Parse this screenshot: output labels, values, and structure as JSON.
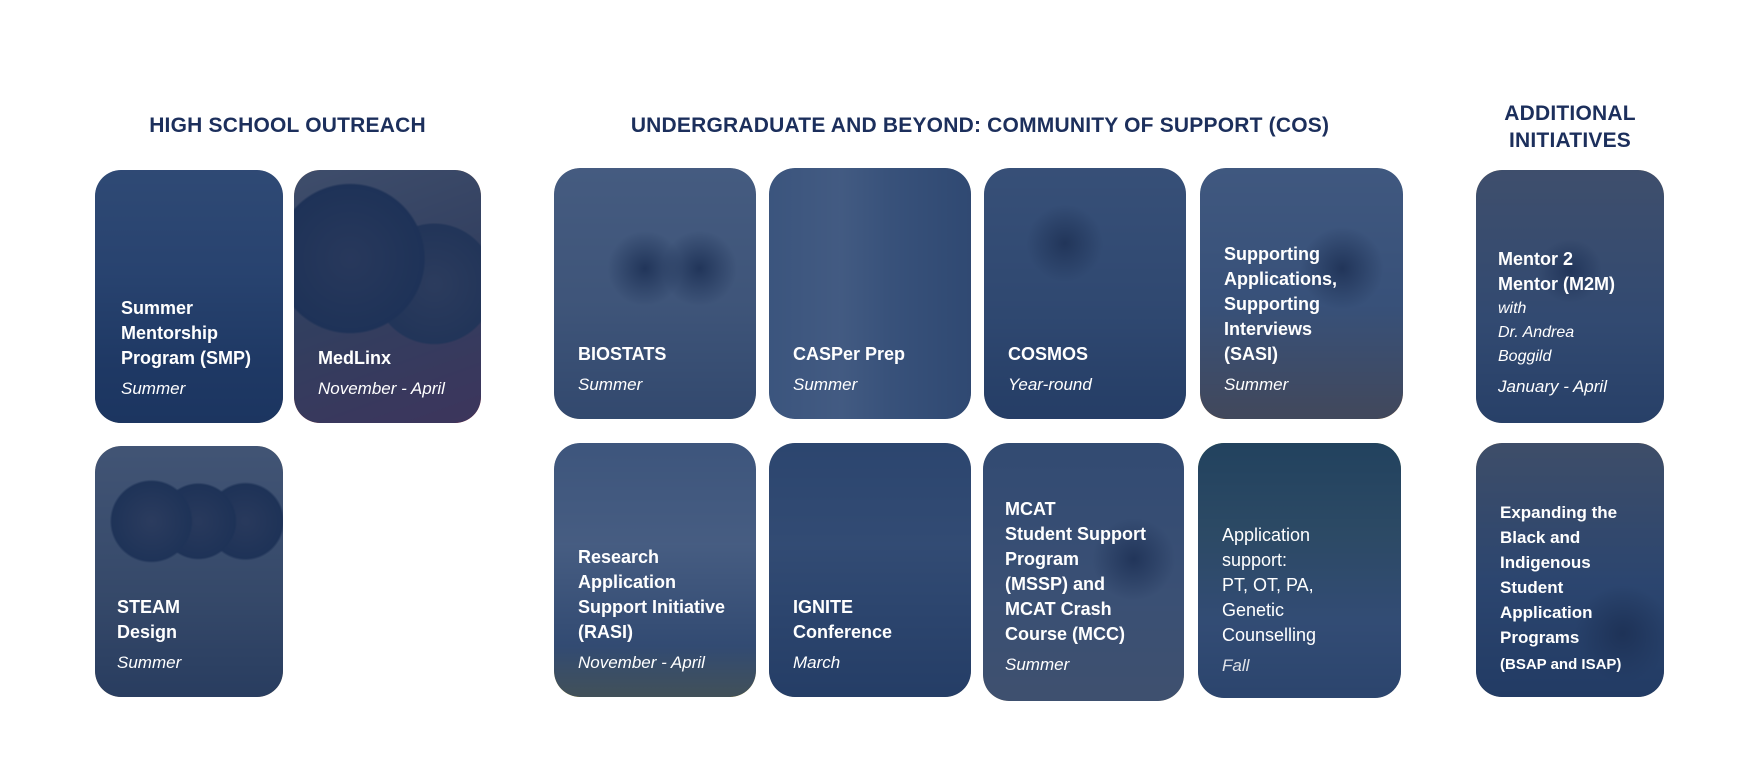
{
  "headings": {
    "high_school": "HIGH SCHOOL OUTREACH",
    "undergrad": "UNDERGRADUATE AND BEYOND: COMMUNITY OF SUPPORT (COS)",
    "additional": "ADDITIONAL\nINITIATIVES"
  },
  "cards": {
    "smp": {
      "title": "Summer\nMentorship\nProgram (SMP)",
      "sub": "Summer"
    },
    "medlinx": {
      "title": "MedLinx",
      "sub": "November - April"
    },
    "steam": {
      "title": "STEAM\nDesign",
      "sub": "Summer"
    },
    "biostats": {
      "title": "BIOSTATS",
      "sub": "Summer"
    },
    "casper": {
      "title": "CASPer Prep",
      "sub": "Summer"
    },
    "cosmos": {
      "title": "COSMOS",
      "sub": "Year-round"
    },
    "sasi": {
      "title": "Supporting\nApplications,\nSupporting\nInterviews\n(SASI)",
      "sub": "Summer"
    },
    "m2m": {
      "title": "Mentor 2\nMentor (M2M)",
      "with": "with\nDr. Andrea\nBoggild",
      "sub": "January - April"
    },
    "rasi": {
      "title": "Research\nApplication\nSupport Initiative\n(RASI)",
      "sub": "November - April"
    },
    "ignite": {
      "title": "IGNITE\nConference",
      "sub": "March"
    },
    "mssp": {
      "title": "MCAT\nStudent Support\nProgram\n(MSSP) and\nMCAT Crash\nCourse (MCC)",
      "sub": "Summer"
    },
    "appsupport": {
      "title": "Application\nsupport:\nPT, OT, PA,\nGenetic\nCounselling",
      "sub": "Fall"
    },
    "bsap": {
      "title": "Expanding the\nBlack and\nIndigenous\nStudent\nApplication\nPrograms",
      "note": "(BSAP and ISAP)"
    }
  },
  "colors": {
    "heading": "#1c2f5c",
    "card_tint": "#1c3868"
  }
}
